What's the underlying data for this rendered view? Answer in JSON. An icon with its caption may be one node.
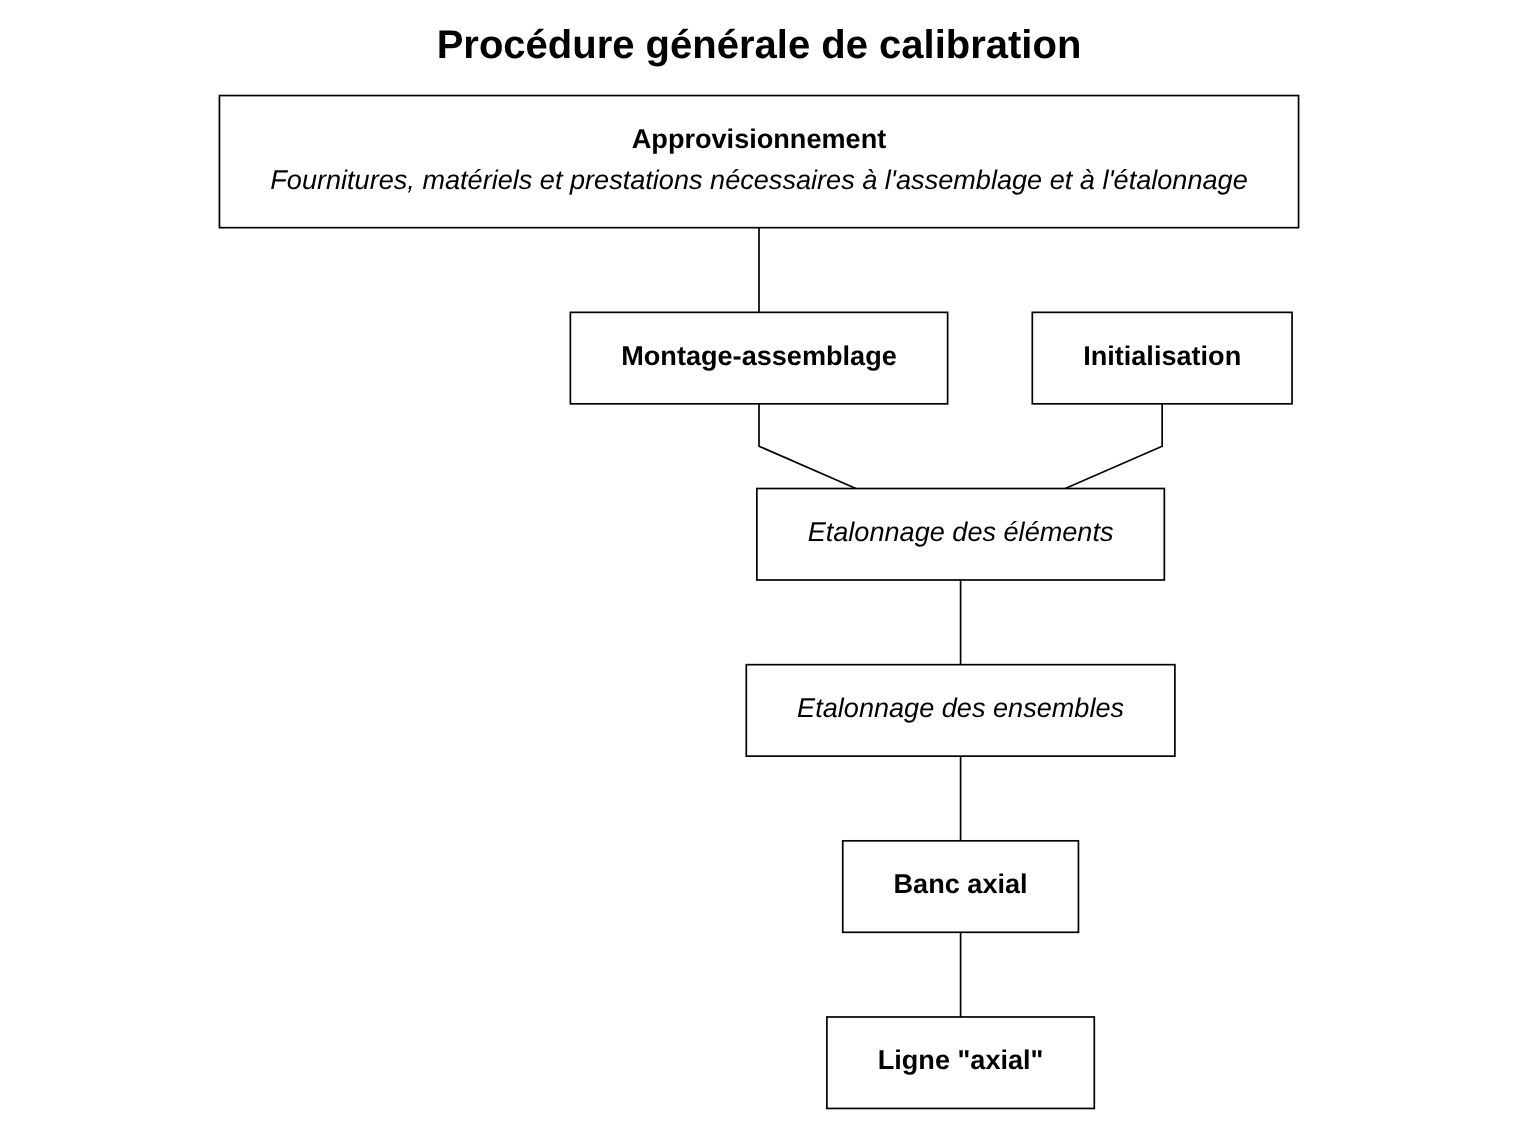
{
  "diagram": {
    "title": "Procédure générale de calibration",
    "nodes": [
      {
        "text": [
          "Approvisionnement",
          "Fournitures, matériels et prestations nécessaires à l'assemblage et à l'étalonnage"
        ]
      },
      {
        "text": [
          "Montage-assemblage"
        ]
      },
      {
        "text": [
          "Initialisation"
        ]
      },
      {
        "text": [
          "Etalonnage des éléments"
        ]
      },
      {
        "text": [
          "Etalonnage des ensembles"
        ]
      },
      {
        "text": [
          "Banc axial"
        ]
      },
      {
        "text": [
          "Ligne \"axial\""
        ]
      }
    ],
    "edges": [
      {
        "from": 0,
        "to": 1,
        "arrow": "none"
      },
      {
        "from": 1,
        "to": 3,
        "arrow": "none"
      },
      {
        "from": 2,
        "to": 3,
        "arrow": "none"
      },
      {
        "from": 3,
        "to": 4,
        "arrow": "none"
      },
      {
        "from": 4,
        "to": 5,
        "arrow": "none"
      },
      {
        "from": 5,
        "to": 6,
        "arrow": "none"
      }
    ]
  }
}
